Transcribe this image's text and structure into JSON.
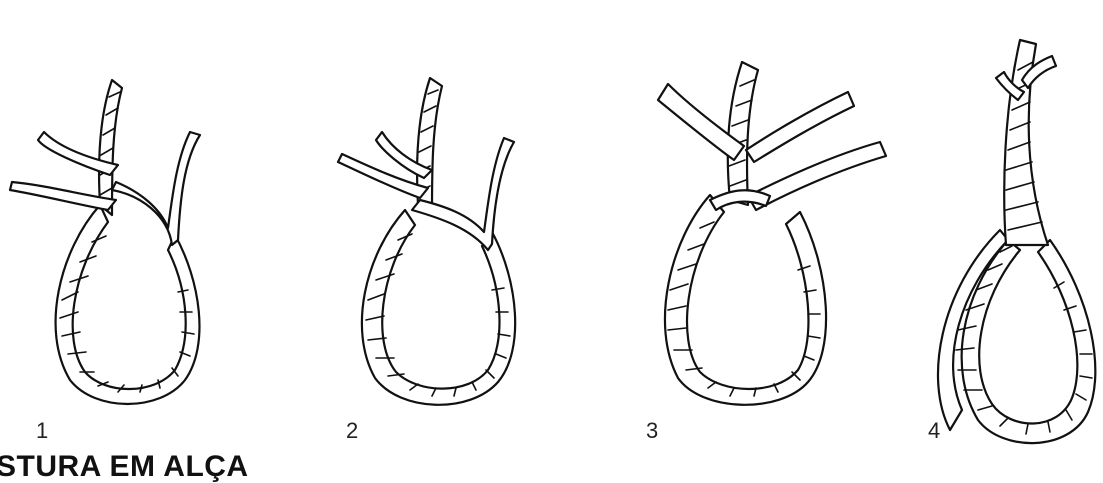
{
  "figures": [
    {
      "number": "1"
    },
    {
      "number": "2"
    },
    {
      "number": "3"
    },
    {
      "number": "4"
    }
  ],
  "caption": "STURA EM ALÇA",
  "colors": {
    "ink": "#111111",
    "background": "#ffffff"
  }
}
